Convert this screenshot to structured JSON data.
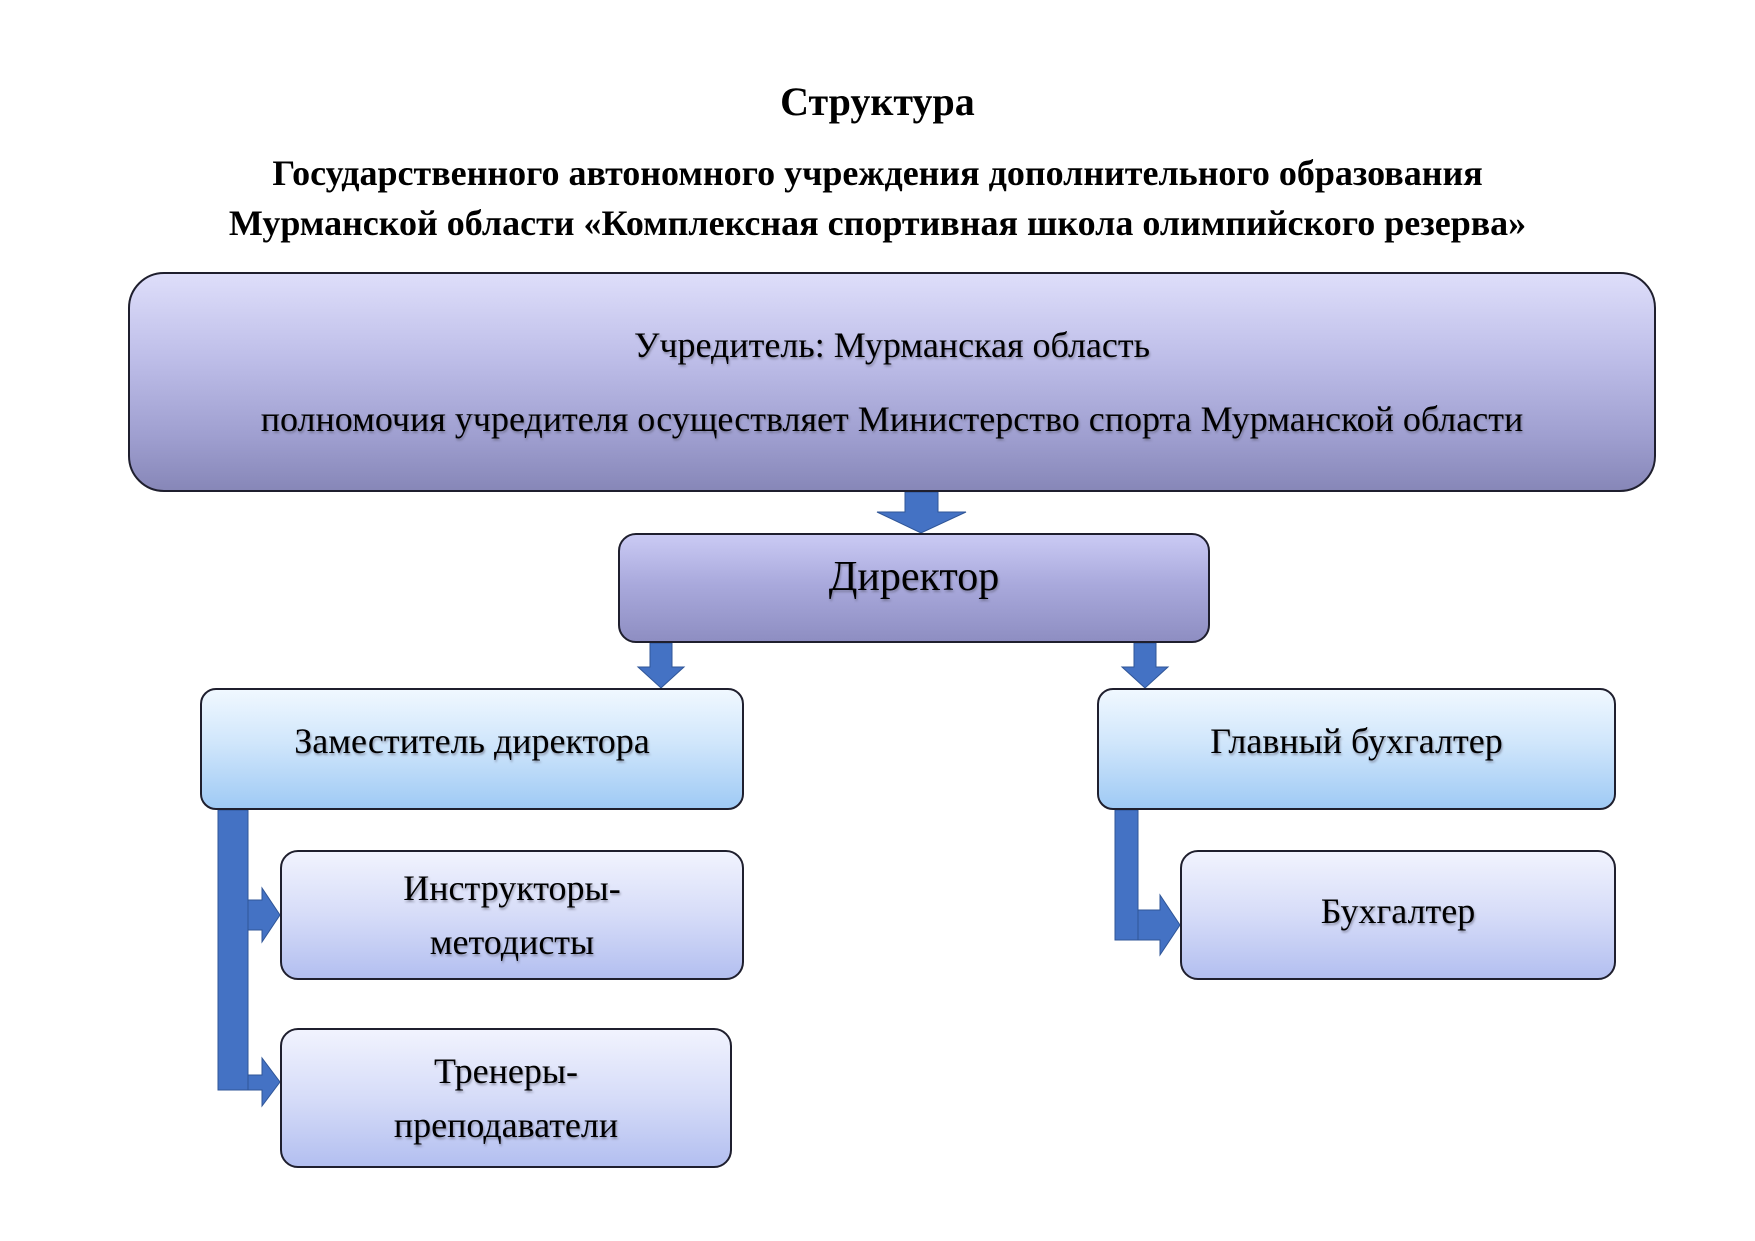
{
  "title": "Структура",
  "subtitle": {
    "line1": "Государственного автономного учреждения дополнительного образования",
    "line2": "Мурманской области «Комплексная спортивная школа олимпийского резерва»"
  },
  "nodes": {
    "founder": {
      "line1": "Учредитель: Мурманская область",
      "line2": "полномочия учредителя осуществляет Министерство спорта Мурманской области"
    },
    "director": {
      "label": "Директор"
    },
    "deputy": {
      "label": "Заместитель директора"
    },
    "chief_accountant": {
      "label": "Главный бухгалтер"
    },
    "instructors": {
      "line1": "Инструкторы-",
      "line2": "методисты"
    },
    "coaches": {
      "line1": "Тренеры-",
      "line2": "преподаватели"
    },
    "accountant": {
      "label": "Бухгалтер"
    }
  },
  "colors": {
    "arrow": "#4472c4",
    "top_box": "#9f9fd0",
    "mid_box": "#9fcaf5",
    "low_box": "#b3bff0"
  }
}
